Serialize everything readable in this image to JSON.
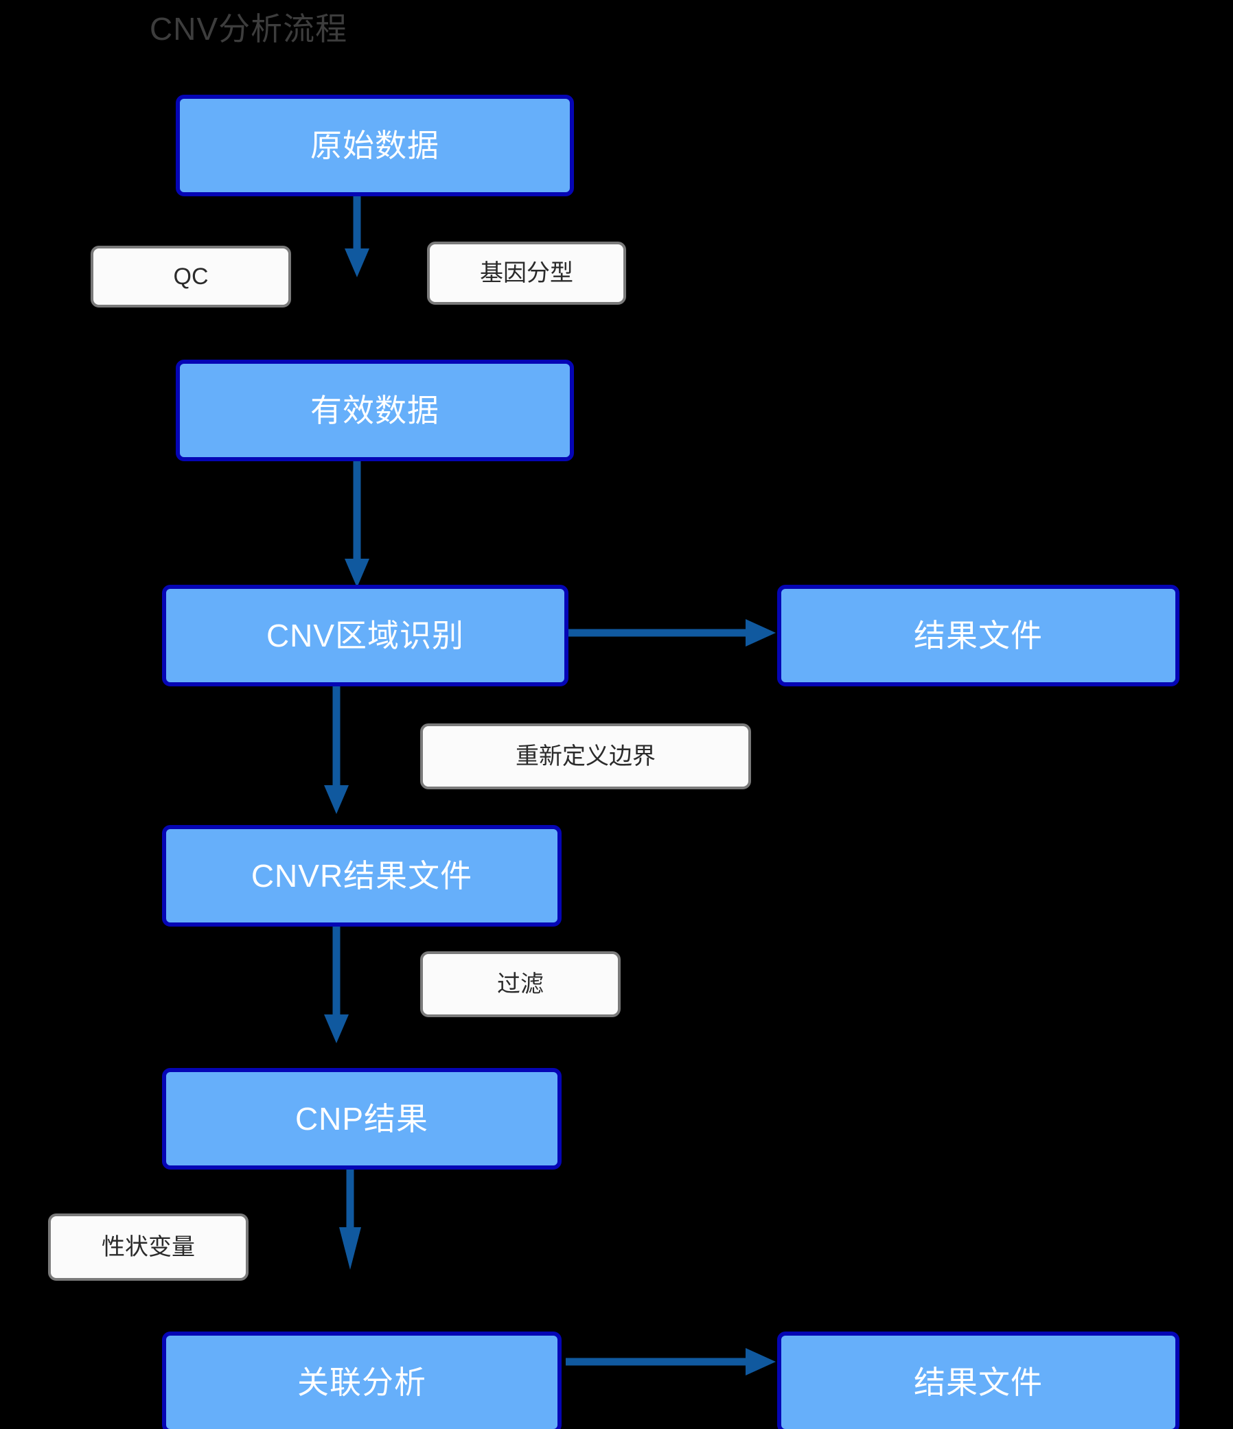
{
  "diagram": {
    "title": "CNV分析流程",
    "background_color": "#000000",
    "title_color": "#3d3d3d",
    "node_fill": "#66AFFA",
    "node_border": "#0505B5",
    "node_text_color": "#ffffff",
    "label_fill": "#FBFBFB",
    "label_border": "#7a7a7a",
    "label_text_color": "#2b2b2b",
    "arrow_color": "#10599F"
  },
  "nodes": [
    {
      "id": "raw-data",
      "label": "原始数据"
    },
    {
      "id": "valid-data",
      "label": "有效数据"
    },
    {
      "id": "cnv-region",
      "label": "CNV区域识别"
    },
    {
      "id": "result-file-1",
      "label": "结果文件"
    },
    {
      "id": "cnvr-file",
      "label": "CNVR结果文件"
    },
    {
      "id": "cnp-result",
      "label": "CNP结果"
    },
    {
      "id": "assoc",
      "label": "关联分析"
    },
    {
      "id": "result-file-2",
      "label": "结果文件"
    }
  ],
  "edge_labels": [
    {
      "id": "qc",
      "label": "QC"
    },
    {
      "id": "genotyping",
      "label": "基因分型"
    },
    {
      "id": "redefine",
      "label": "重新定义边界"
    },
    {
      "id": "filter",
      "label": "过滤"
    },
    {
      "id": "trait",
      "label": "性状变量"
    }
  ]
}
